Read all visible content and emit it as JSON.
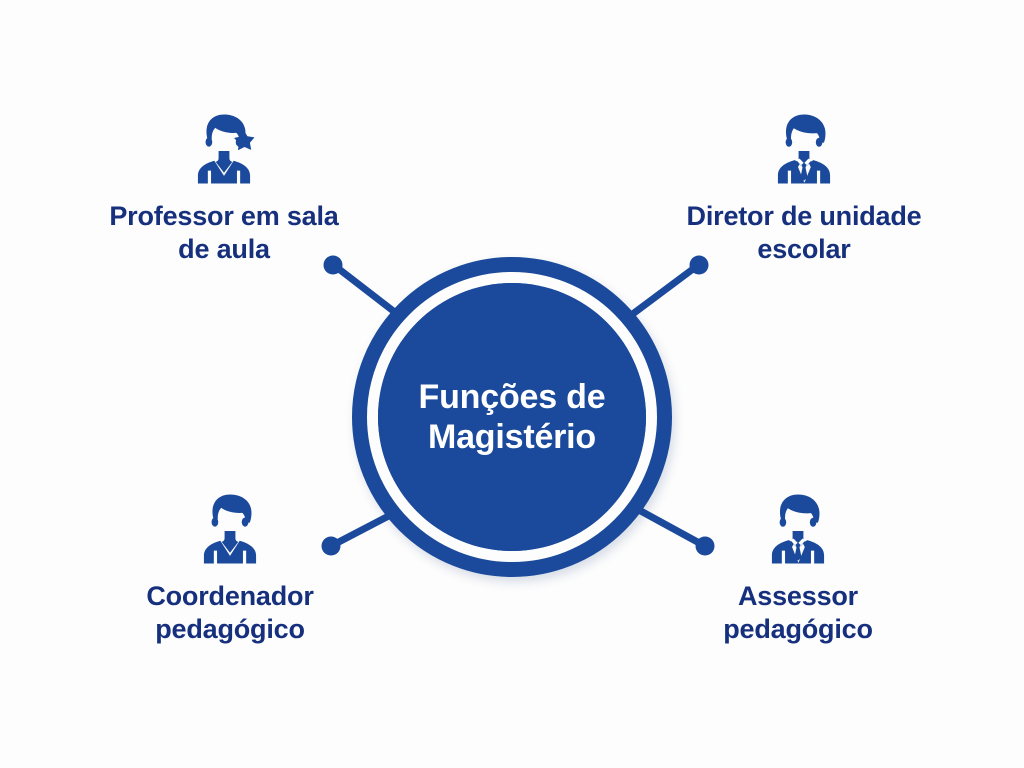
{
  "diagram": {
    "type": "hub-and-spoke",
    "background_color": "#fdfdfd",
    "accent_color": "#1b4a9c",
    "label_color": "#16307d",
    "center": {
      "title": "Funções de\nMagistério",
      "text_color": "#ffffff",
      "fill_color": "#1b4a9c"
    },
    "nodes": [
      {
        "id": "professor",
        "label": "Professor em sala\nde aula",
        "icon": "teacher-with-star-icon",
        "position": "top-left"
      },
      {
        "id": "diretor",
        "label": "Diretor de unidade\nescolar",
        "icon": "business-man-suit-icon",
        "position": "top-right"
      },
      {
        "id": "coordenador",
        "label": "Coordenador\npedagógico",
        "icon": "person-v-neck-icon",
        "position": "bottom-left"
      },
      {
        "id": "assessor",
        "label": "Assessor\npedagógico",
        "icon": "business-man-suit-icon",
        "position": "bottom-right"
      }
    ],
    "connectors": [
      {
        "id": "connector-professor",
        "from": "center",
        "to": "professor",
        "endpoint_dot": true
      },
      {
        "id": "connector-diretor",
        "from": "center",
        "to": "diretor",
        "endpoint_dot": true
      },
      {
        "id": "connector-coordenador",
        "from": "center",
        "to": "coordenador",
        "endpoint_dot": true
      },
      {
        "id": "connector-assessor",
        "from": "center",
        "to": "assessor",
        "endpoint_dot": true
      }
    ]
  }
}
